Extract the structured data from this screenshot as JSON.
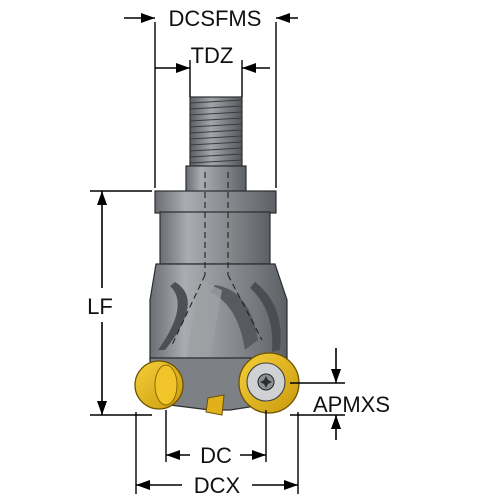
{
  "labels": {
    "dcsfms": "DCSFMS",
    "tdz": "TDZ",
    "lf": "LF",
    "apmxs": "APMXS",
    "dc": "DC",
    "dcx": "DCX"
  },
  "colors": {
    "body_dark": "#5f6266",
    "body_mid": "#8a8d91",
    "body_light": "#b9bcc0",
    "insert_gold": "#e8b81a",
    "insert_gold_dark": "#b88a0a",
    "insert_grey": "#c9cbcd",
    "ink": "#000000"
  },
  "icons": {
    "thread": "threaded-shank-icon",
    "insert": "round-insert-icon",
    "screw": "torx-screw-icon"
  }
}
